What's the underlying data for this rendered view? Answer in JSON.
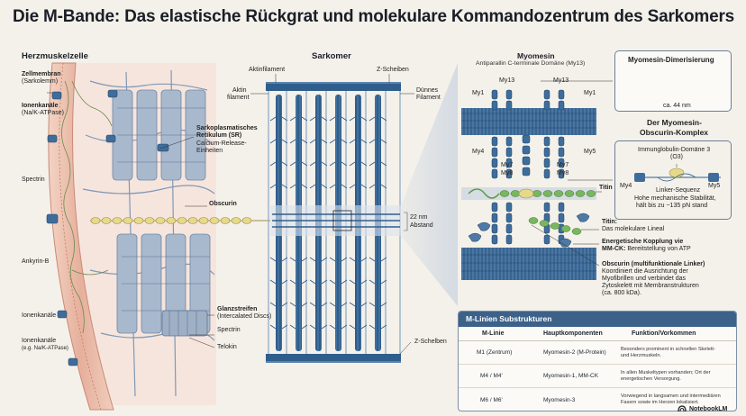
{
  "title": "Die M-Bande: Das elastische Rückgrat und molekulare Kommandozentrum des Sarkomers",
  "left": {
    "heading": "Herzmuskelzelle",
    "zellmembran_1": "Zellmembran",
    "zellmembran_2": "(Sarkolemm)",
    "ionenkanaele_top_1": "Ionenkanäle",
    "ionenkanaele_top_2": "(Na/K-ATPase)",
    "spectrin_left": "Spectrin",
    "ankyrin": "Ankyrin-B",
    "ionenkanaele_mid": "Ionenkanäle",
    "ionenkanaele_bot_1": "Ionenkanäle",
    "ionenkanaele_bot_2": "(e.g. Na/K-ATPase)",
    "sr_1": "Sarkoplasmatisches",
    "sr_2": "Retikulum (SR)",
    "sr_3": "Calcium-Release-",
    "sr_4": "Einheiten",
    "obscurin": "Obscurin",
    "glanz_1": "Glanzstreifen",
    "glanz_2": "(Intercalated Discs)",
    "spectrin_right": "Spectrin",
    "telokin": "Telokin"
  },
  "middle": {
    "heading": "Sarkomer",
    "aktinfilament_top": "Aktinfilament",
    "zscheiben_top": "Z-Scheiben",
    "aktin_1": "Aktin",
    "aktin_2": "filament",
    "duenn_1": "Dünnes",
    "duenn_2": "Filament",
    "abstand_1": "22 nm",
    "abstand_2": "Abstand",
    "zscheiben_bottom": "Z-Schelben"
  },
  "right": {
    "heading": "Myomesin",
    "subheading": "Antiparallin C-terminale Domäne (My13)",
    "my13_left": "My13",
    "my13_right": "My13",
    "my1_left": "My1",
    "my1_right": "My1",
    "my4_left": "My4",
    "my5_right": "My5",
    "my7_left": "My7",
    "my7_right": "My7",
    "my8_left": "My8",
    "my8_right": "My8",
    "titin_label": "Titin",
    "titin_desc_1": "Titin:",
    "titin_desc_2": "Das molekulare Lineal",
    "kopplung_1": "Energetische Kopplung vie",
    "kopplung_2": "MM-CK:",
    "kopplung_3": "Bereitstellung von ATP",
    "obsc_1": "Obscurin (multifunktionale Linker)",
    "obsc_2": "Koordiniert die Ausrichtung der",
    "obsc_3": "Myofibrillen und verbindet das",
    "obsc_4": "Zytoskelett mit Membranstrukturen",
    "obsc_5": "(ca. 800 kDa)."
  },
  "dimer": {
    "title": "Myomesin-Dimerisierung",
    "length": "ca. 44 nm"
  },
  "complex": {
    "title_1": "Der Myomesin-",
    "title_2": "Obscurin-Komplex",
    "ig_1": "Immunglobulin-Domäne 3",
    "ig_2": "(O3)",
    "my4": "My4",
    "my5": "My5",
    "linker": "Linker-Sequenz",
    "stab_1": "Hohe mechanische Stabilität,",
    "stab_2": "hält bis zu ~135 pN stand"
  },
  "table": {
    "title": "M-Linien Substrukturen",
    "h1": "M-Linie",
    "h2": "Hauptkomponenten",
    "h3": "Funktion/Vorkommen",
    "rows": [
      {
        "line": "M1 (Zentrum)",
        "comp": "Myomesin-2 (M-Protein)",
        "func_1": "Besonders prominent in schnellen Skelett-",
        "func_2": "und Herzmuskeln."
      },
      {
        "line": "M4 / M4'",
        "comp": "Myomesin-1, MM-CK",
        "func_1": "In allen Muskeltypen vorhanden; Ort der",
        "func_2": "energetischen Versorgung."
      },
      {
        "line": "M6 / M6'",
        "comp": "Myomesin-3",
        "func_1": "Vorwiegend in langsamen und intermediären",
        "func_2": "Fasern sowie im Herzen lokalisiert."
      }
    ]
  },
  "brand": "NotebookLM",
  "colors": {
    "thick": "#2f5d8c",
    "thin": "#6d93b9",
    "titin": "#5d9b45",
    "obscurin": "#e6d98a",
    "membrane": "#e7b9a9",
    "header": "#3d6289"
  }
}
